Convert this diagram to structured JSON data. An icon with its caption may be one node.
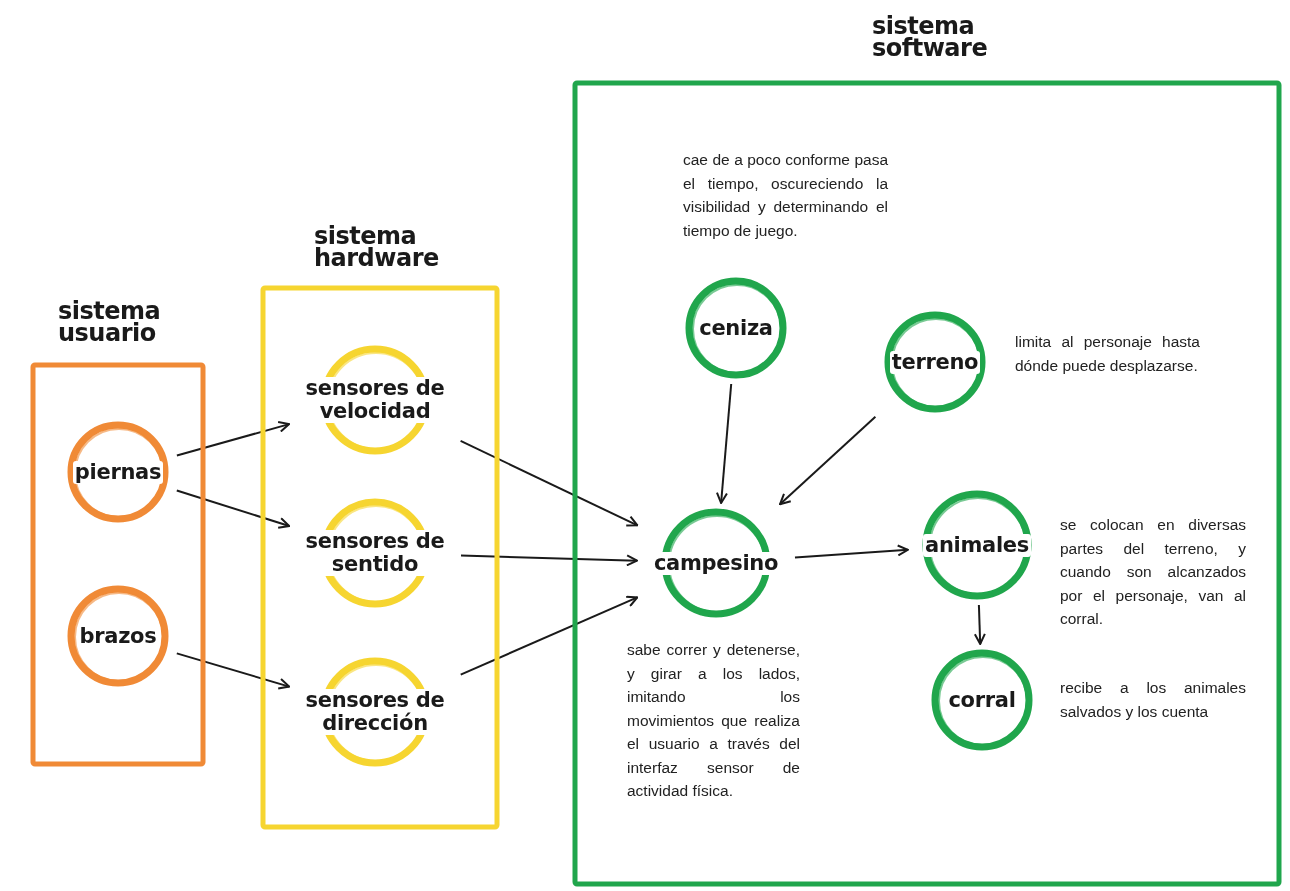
{
  "diagram": {
    "nodes": [
      {
        "text": [
          "sistema usuario"
        ]
      },
      {
        "text": [
          "piernas"
        ],
        "in": 0
      },
      {
        "text": [
          "brazos"
        ],
        "in": 0
      },
      {
        "text": [
          "sistema hardware"
        ]
      },
      {
        "text": [
          "sensores de velocidad"
        ],
        "in": 3
      },
      {
        "text": [
          "sensores de sentido"
        ],
        "in": 3
      },
      {
        "text": [
          "sensores de dirección"
        ],
        "in": 3
      },
      {
        "text": [
          "sistema software"
        ]
      },
      {
        "text": [
          "ceniza"
        ],
        "in": 7,
        "beside": [
          "cae de a poco conforme pasa el tiempo, oscureciendo la visibilidad y determinando el tiempo de juego."
        ]
      },
      {
        "text": [
          "terreno"
        ],
        "in": 7,
        "beside": [
          "limita al personaje hasta dónde puede desplazarse."
        ]
      },
      {
        "text": [
          "campesino"
        ],
        "in": 7,
        "beside": [
          "sabe correr y detenerse, y girar a los lados, imitando los movimientos que realiza el usuario a través del interfaz sensor de actividad física."
        ]
      },
      {
        "text": [
          "animales"
        ],
        "in": 7,
        "beside": [
          "se colocan en diversas partes del terreno, y cuando son alcanzados por el personaje, van al corral."
        ]
      },
      {
        "text": [
          "corral"
        ],
        "in": 7,
        "beside": [
          "recibe a los animales salvados y los cuenta"
        ]
      }
    ],
    "edges": [
      {
        "from": 1,
        "to": 4,
        "arrow": "to"
      },
      {
        "from": 1,
        "to": 5,
        "arrow": "to"
      },
      {
        "from": 2,
        "to": 6,
        "arrow": "to"
      },
      {
        "from": 4,
        "to": 10,
        "arrow": "to"
      },
      {
        "from": 5,
        "to": 10,
        "arrow": "to"
      },
      {
        "from": 6,
        "to": 10,
        "arrow": "to"
      },
      {
        "from": 8,
        "to": 10,
        "arrow": "to"
      },
      {
        "from": 9,
        "to": 10,
        "arrow": "to"
      },
      {
        "from": 10,
        "to": 11,
        "arrow": "to"
      },
      {
        "from": 11,
        "to": 12,
        "arrow": "to"
      }
    ]
  }
}
